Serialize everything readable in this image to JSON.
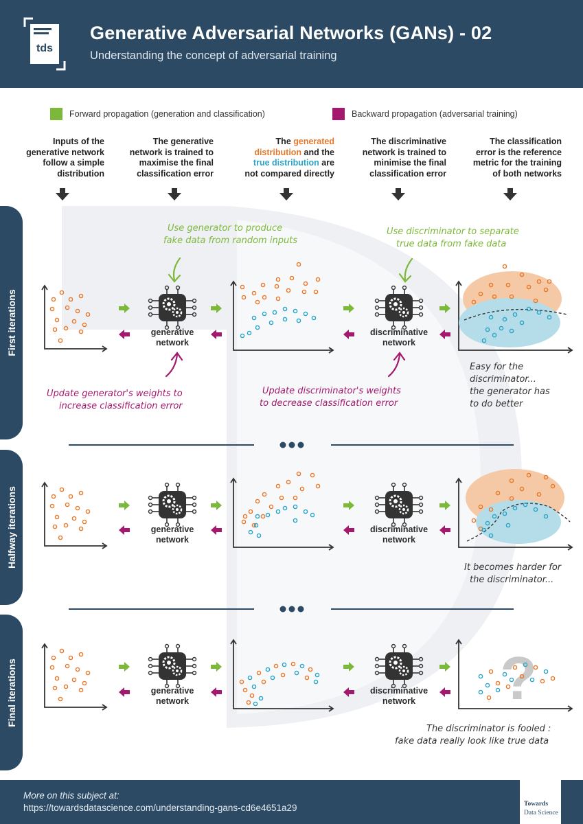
{
  "header": {
    "logo_text": "tds",
    "title": "Generative Adversarial Networks (GANs)  -  02",
    "subtitle": "Understanding the concept of adversarial training"
  },
  "legend": {
    "forward_label": "Forward propagation (generation and classification)",
    "backward_label": "Backward propagation (adversarial training)",
    "forward_color": "#7cb83a",
    "backward_color": "#a3196e"
  },
  "columns": {
    "c1": [
      "Inputs of the",
      "generative network",
      "follow a simple",
      "distribution"
    ],
    "c2": [
      "The generative",
      "network is trained to",
      "maximise the final",
      "classification error"
    ],
    "c3_l1_pre": "The ",
    "c3_l1_orange": "generated",
    "c3_l2_orange": "distribution",
    "c3_l2_post": " and the",
    "c3_l3_blue": "true distribution",
    "c3_l3_post": " are",
    "c3_l4": "not compared directly",
    "c4": [
      "The discriminative",
      "network is trained to",
      "minimise the final",
      "classification error"
    ],
    "c5": [
      "The classification",
      "error is the reference",
      "metric for the training",
      "of both networks"
    ]
  },
  "rows": {
    "first": "First iterations",
    "halfway": "Halfway iterations",
    "final": "Final iterations"
  },
  "networks": {
    "gen_l1": "generative",
    "gen_l2": "network",
    "disc_l1": "discriminative",
    "disc_l2": "network"
  },
  "notes": {
    "gen_forward": [
      "Use generator to produce",
      "fake data from random inputs"
    ],
    "disc_forward": [
      "Use discriminator to separate",
      "true data from fake data"
    ],
    "gen_backward": [
      "Update generator's weights to",
      "increase classification error"
    ],
    "disc_backward": [
      "Update discriminator's weights",
      "to decrease classification error"
    ],
    "first_result": [
      "Easy for the",
      "discriminator...",
      "the generator has",
      "to do better"
    ],
    "half_result": [
      "It becomes harder for",
      "the discriminator..."
    ],
    "final_result": [
      "The discriminator is fooled :",
      "fake data really look like true data"
    ]
  },
  "footer": {
    "line1": "More on this subject at:",
    "line2": "https://towardsdatascience.com/understanding-gans-cd6e4651a29",
    "brand1": "Towards",
    "brand2": "Data Science"
  },
  "colors": {
    "navy": "#2c4a63",
    "orange": "#e8782a",
    "blue": "#2aa4c6",
    "green": "#7cb83a",
    "purple": "#a3196e"
  }
}
